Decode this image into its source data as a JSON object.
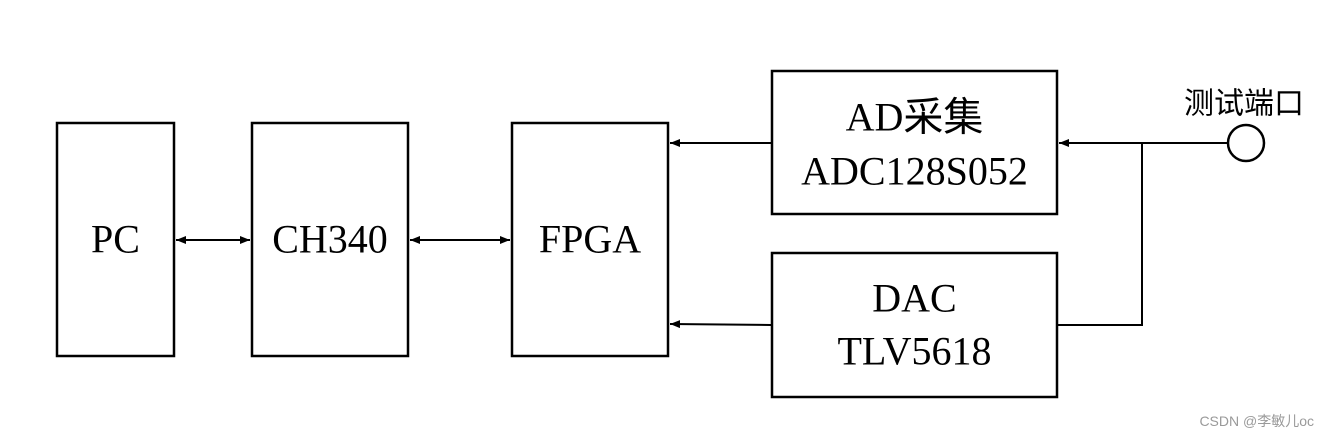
{
  "blocks": {
    "pc": {
      "lines": [
        "PC"
      ]
    },
    "ch340": {
      "lines": [
        "CH340"
      ]
    },
    "fpga": {
      "lines": [
        "FPGA"
      ]
    },
    "adc": {
      "lines": [
        "AD采集",
        "ADC128S052"
      ]
    },
    "dac": {
      "lines": [
        "DAC",
        "TLV5618"
      ]
    }
  },
  "test_port": {
    "label": "测试端口"
  },
  "watermark": {
    "text": "CSDN @李敏儿oc"
  },
  "colors": {
    "stroke": "#000000",
    "background": "#ffffff",
    "watermark": "#9a9a9a"
  }
}
